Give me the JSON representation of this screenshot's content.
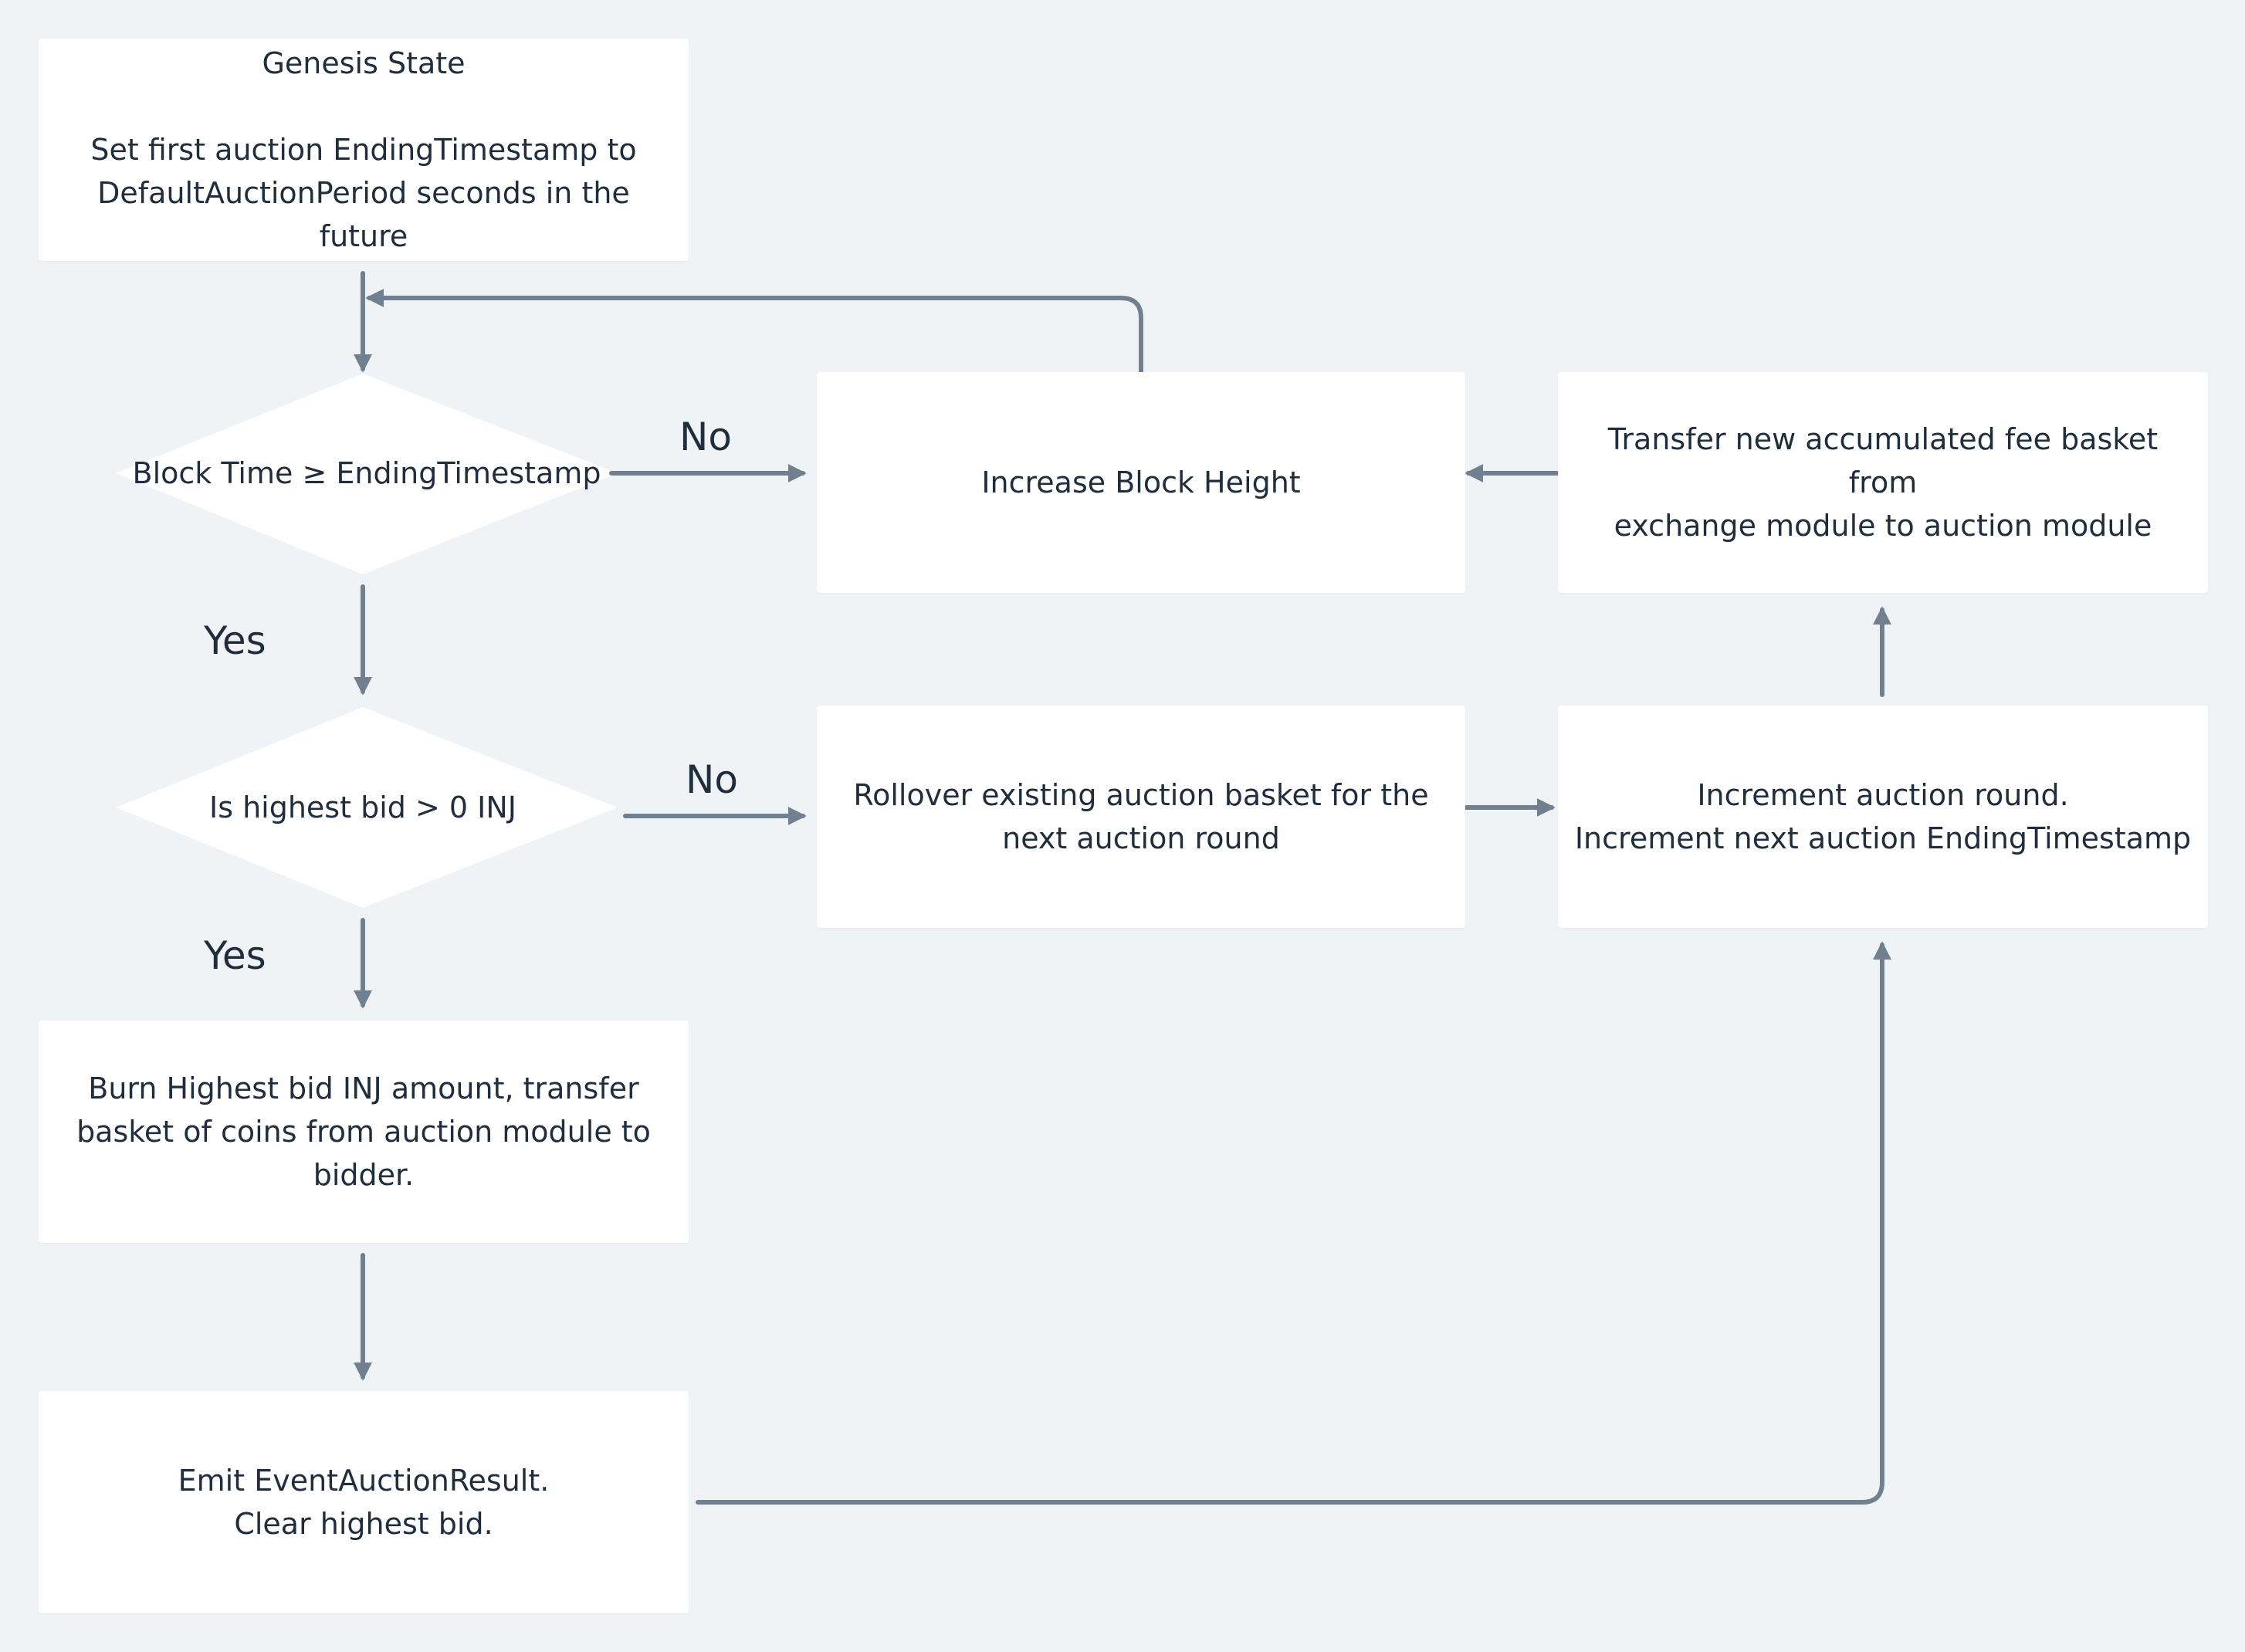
{
  "colors": {
    "background": "#f0f3f6",
    "node_fill": "#ffffff",
    "connector": "#708090",
    "text": "#1f2d3d"
  },
  "nodes": {
    "genesis": {
      "title": "Genesis State",
      "line1": "Set first auction EndingTimestamp to",
      "line2": "DefaultAuctionPeriod seconds in the future"
    },
    "block_time_check": {
      "label": "Block Time ≥ EndingTimestamp"
    },
    "highest_bid_check": {
      "label": "Is highest bid > 0 INJ"
    },
    "increase_height": {
      "label": "Increase Block Height"
    },
    "transfer_fees": {
      "line1": "Transfer new accumulated fee basket from",
      "line2": "exchange module to auction module"
    },
    "rollover": {
      "line1": "Rollover existing auction basket for the",
      "line2": "next auction round"
    },
    "increment_round": {
      "line1": "Increment auction round.",
      "line2": "Increment next auction EndingTimestamp"
    },
    "burn_bid": {
      "line1": "Burn Highest bid INJ amount, transfer",
      "line2": "basket of coins from auction module to",
      "line3": "bidder."
    },
    "emit_result": {
      "line1": "Emit EventAuctionResult.",
      "line2": "Clear highest bid."
    }
  },
  "edges": {
    "block_time_no": "No",
    "block_time_yes": "Yes",
    "highest_bid_no": "No",
    "highest_bid_yes": "Yes"
  }
}
